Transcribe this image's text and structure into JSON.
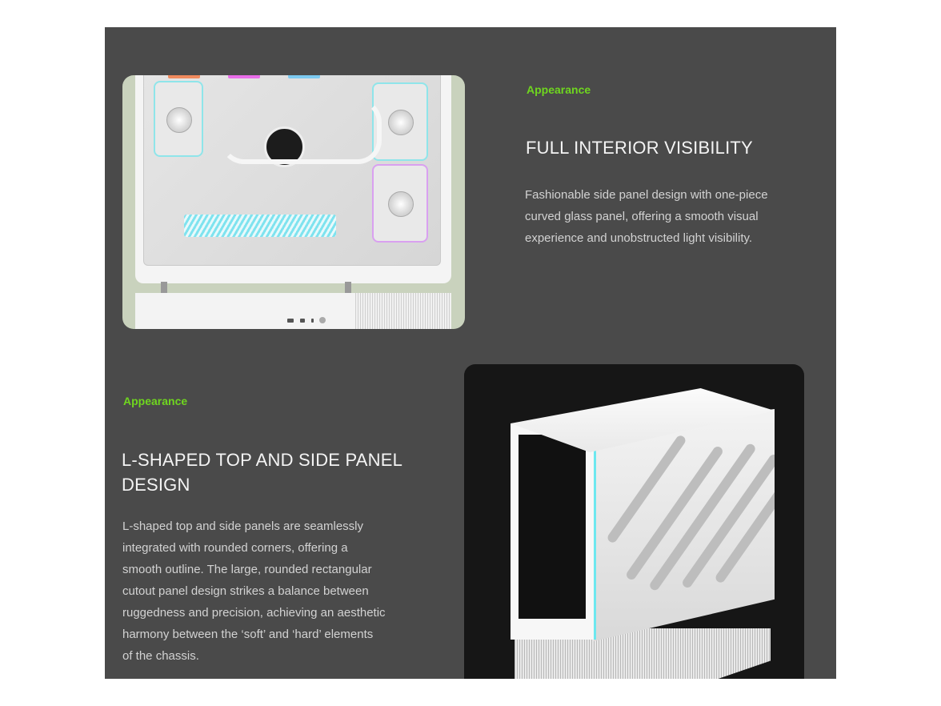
{
  "sections": [
    {
      "label": "Appearance",
      "title": "FULL INTERIOR VISIBILITY",
      "body_lines": [
        "Fashionable side panel design with one-piece",
        "curved glass panel, offering a smooth visual",
        "experience and unobstructed light visibility."
      ],
      "image": "white-pc-case-glass-panel-photo"
    },
    {
      "label": "Appearance",
      "title_lines": [
        "L-SHAPED TOP AND SIDE PANEL",
        "DESIGN"
      ],
      "body_lines": [
        "L-shaped top and side panels are seamlessly",
        "integrated with rounded corners, offering a",
        "smooth outline. The large, rounded rectangular",
        "cutout panel design strikes a balance between",
        "ruggedness and precision, achieving an aesthetic",
        "harmony between the ‘soft’ and ‘hard’ elements",
        "of the chassis."
      ],
      "image": "white-pc-case-l-shaped-panel-render"
    }
  ],
  "colors": {
    "panel_bg": "#4a4a4a",
    "accent_green": "#6fd61f",
    "image1_bg": "#c9d2bd",
    "image2_bg": "#161616"
  }
}
